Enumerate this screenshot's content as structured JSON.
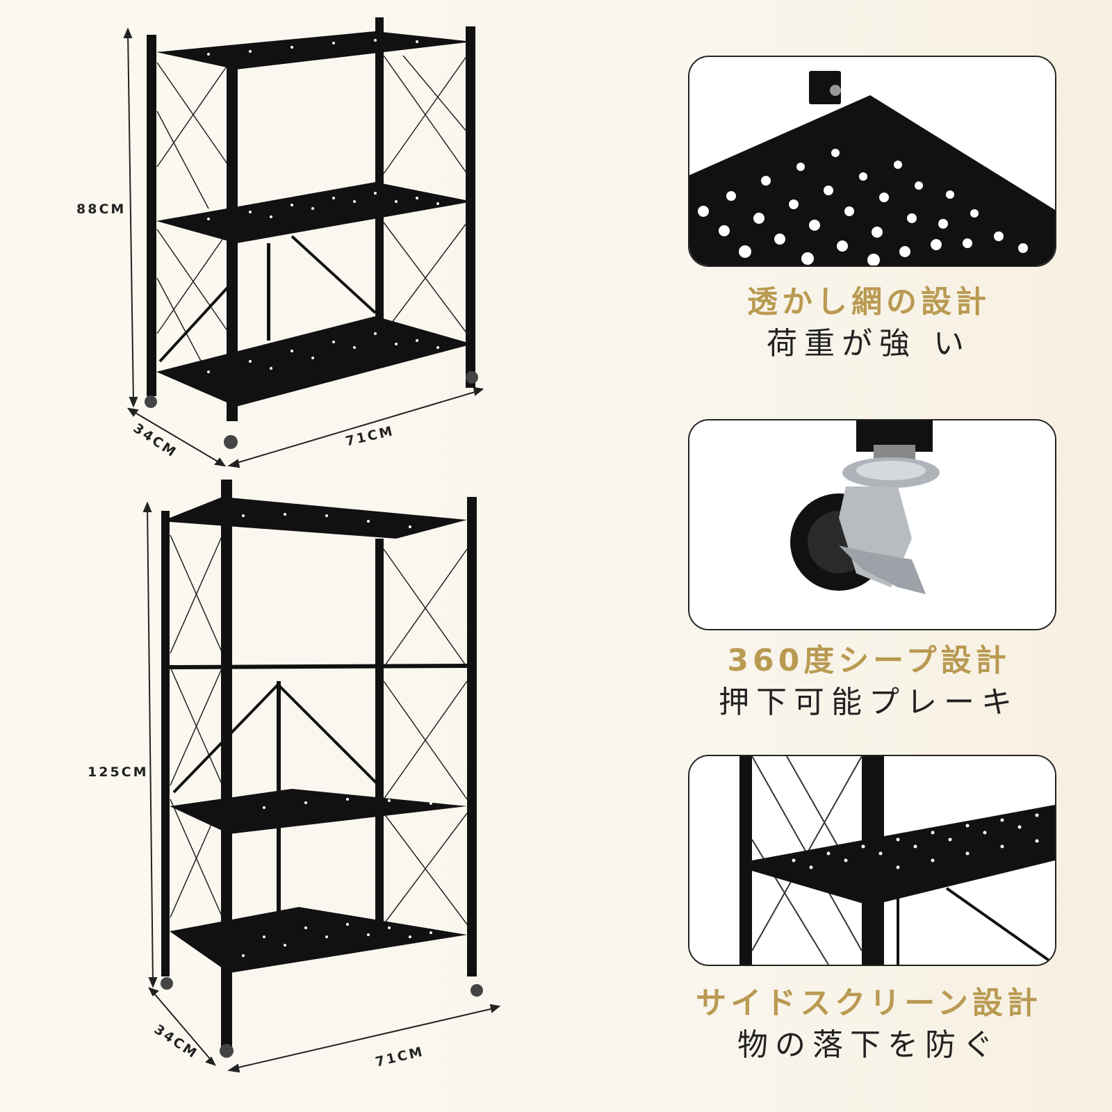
{
  "top_rack": {
    "height_label": "88CM",
    "depth_label": "34CM",
    "width_label": "71CM"
  },
  "bottom_rack": {
    "height_label": "125CM",
    "depth_label": "34CM",
    "width_label": "71CM"
  },
  "features": [
    {
      "title": "透かし網の設計",
      "subtitle": "荷重が強 い"
    },
    {
      "title": "360度シープ設計",
      "subtitle": "押下可能プレーキ"
    },
    {
      "title": "サイドスクリーン設計",
      "subtitle": "物の落下を防ぐ"
    }
  ],
  "colors": {
    "accent_gold": "#b99a52",
    "frame_black": "#111111",
    "background": "#faf6ee"
  }
}
